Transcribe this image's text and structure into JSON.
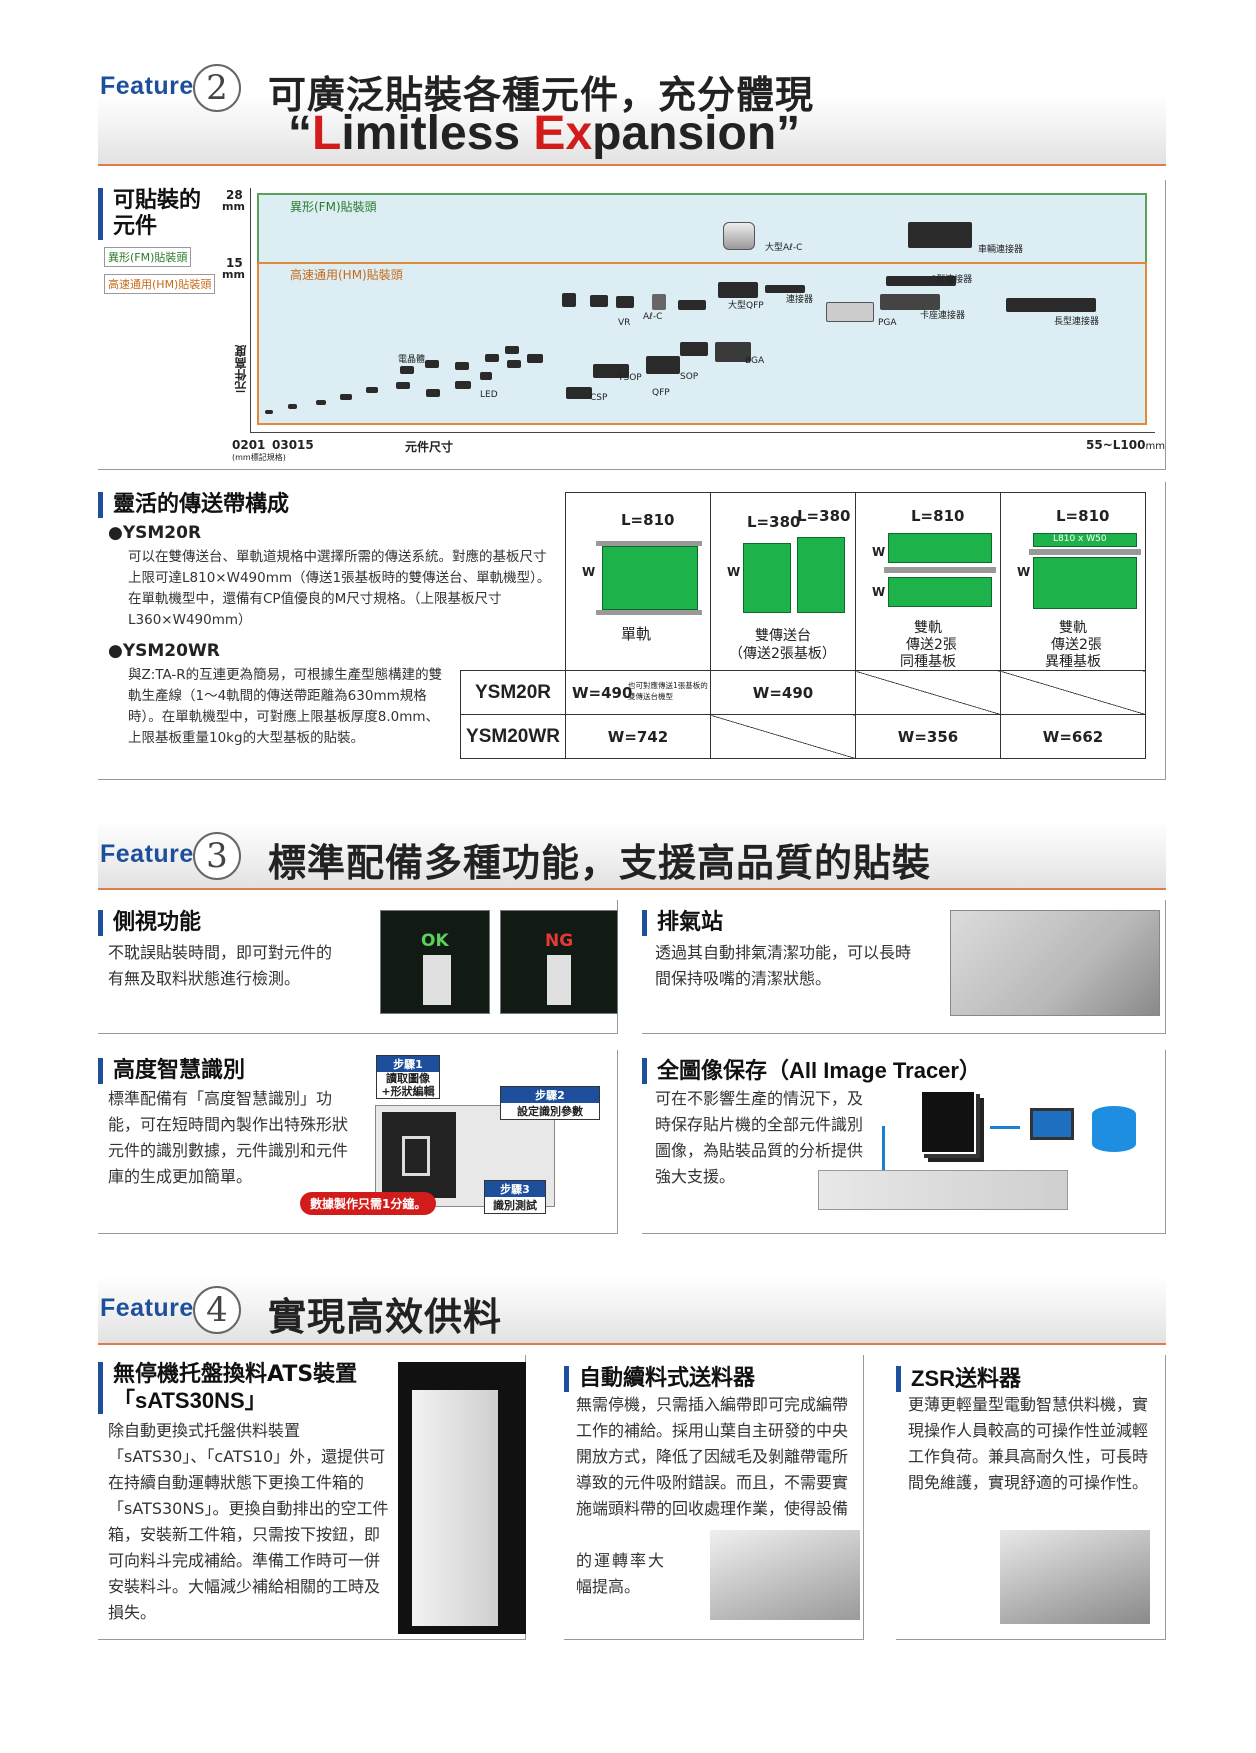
{
  "feature2": {
    "word": "Feature",
    "num": "2",
    "title": "可廣泛貼裝各種元件，充分體現",
    "tag_open": "“",
    "tag_l": "L",
    "tag_imitless": "imitless ",
    "tag_ex": "Ex",
    "tag_pansion": "pansion",
    "tag_close": "”"
  },
  "chart": {
    "heading_1": "可貼裝的",
    "heading_2": "元件",
    "legend_fm": "異形(FM)貼裝頭",
    "legend_hm": "高速通用(HM)貼裝頭",
    "y28": "28",
    "y15": "15",
    "ymm1": "mm",
    "ymm2": "mm",
    "y_axis": "元件高度",
    "fm_label": "異形(FM)貼裝頭",
    "hm_label": "高速通用(HM)貼裝頭",
    "x0201": "0201",
    "x03015": "03015",
    "x_note": "(mm標記規格)",
    "x_title": "元件尺寸",
    "x_end": "55~L100",
    "x_end_unit": "mm",
    "labels": {
      "large_alc": "大型Aℓ-C",
      "car_conn": "車輛連接器",
      "c_conn": "C型連接器",
      "large_qfp": "大型QFP",
      "conn": "連接器",
      "card_conn": "卡座連接器",
      "long_conn": "長型連接器",
      "alc": "Aℓ-C",
      "vr": "VR",
      "pga": "PGA",
      "transistor": "電晶體",
      "bga": "BGA",
      "led": "LED",
      "tsop": "TSOP",
      "sop": "SOP",
      "qfp": "QFP",
      "csp": "CSP"
    }
  },
  "conveyor": {
    "heading": "靈活的傳送帶構成",
    "m1": "●YSM20R",
    "m1_text": "可以在雙傳送台、單軌道規格中選擇所需的傳送系統。對應的基板尺寸上限可達L810×W490mm（傳送1張基板時的雙傳送台、單軌機型）。在單軌機型中，還備有CP值優良的M尺寸規格。（上限基板尺寸L360×W490mm）",
    "m2": "●YSM20WR",
    "m2_text": "與Z:TA-R的互連更為簡易，可根據生產型態構建的雙軌生產線（1～4軌間的傳送帶距離為630mm規格時）。在單軌機型中，可對應上限基板厚度8.0mm、上限基板重量10kg的大型基板的貼裝。",
    "col1_len": "L=810",
    "col2_len_a": "L=380",
    "col2_len_b": "L=380",
    "col3_len": "L=810",
    "col4_len": "L=810",
    "col4_inner": "L810 x W50",
    "w": "W",
    "col1_name": "單軌",
    "col2_name_1": "雙傳送台",
    "col2_name_2": "（傳送2張基板）",
    "col3_name_1": "雙軌",
    "col3_name_2": "傳送2張",
    "col3_name_3": "同種基板",
    "col4_name_1": "雙軌",
    "col4_name_2": "傳送2張",
    "col4_name_3": "異種基板",
    "row1_model": "YSM20R",
    "row1_c1": "W=490",
    "row1_c1_note": "也可對應傳送1張基板的雙傳送台機型",
    "row1_c2": "W=490",
    "row2_model": "YSM20WR",
    "row2_c1": "W=742",
    "row2_c3": "W=356",
    "row2_c4": "W=662"
  },
  "feature3": {
    "word": "Feature",
    "num": "3",
    "title": "標準配備多種功能，支援高品質的貼裝",
    "side_head": "側視功能",
    "side_text_1": "不耽誤貼裝時間，即可對元件的",
    "side_text_2": "有無及取料狀態進行檢測。",
    "ok": "OK",
    "ng": "NG",
    "purge_head": "排氣站",
    "purge_text_1": "透過其自動排氣清潔功能，可以長時",
    "purge_text_2": "間保持吸嘴的清潔狀態。",
    "smart_head": "高度智慧識別",
    "smart_text": "標準配備有「高度智慧識別」功能，可在短時間內製作出特殊形狀元件的識別數據，元件識別和元件庫的生成更加簡單。",
    "step1_h": "步驟1",
    "step1_b": "讀取圖像+形狀編輯",
    "step2_h": "步驟2",
    "step2_b": "設定識別參數",
    "step3_h": "步驟3",
    "step3_b": "識別測試",
    "step_badge": "數據製作只需1分鐘。",
    "tracer_head": "全圖像保存（All Image Tracer）",
    "tracer_text": "可在不影響生產的情況下，及時保存貼片機的全部元件識別圖像，為貼裝品質的分析提供強大支援。"
  },
  "feature4": {
    "word": "Feature",
    "num": "4",
    "title": "實現高效供料",
    "ats_head_1": "無停機托盤換料ATS裝置",
    "ats_head_2": "「sATS30NS」",
    "ats_text": "除自動更換式托盤供料裝置「sATS30」、「cATS10」外，還提供可在持續自動運轉狀態下更換工件箱的「sATS30NS」。更換自動排出的空工件箱，安裝新工件箱，只需按下按鈕，即可向料斗完成補給。準備工作時可一併安裝料斗。大幅減少補給相關的工時及損失。",
    "auto_head": "自動續料式送料器",
    "auto_text_a": "無需停機，只需插入編帶即可完成編帶工作的補給。採用山葉自主研發的中央開放方式，降低了因絨毛及剝離帶電所導致的元件吸附錯誤。而且，不需要實施端頭料帶的回收處理作業，使得設備",
    "auto_text_b1": "的運轉率大",
    "auto_text_b2": "幅提高。",
    "zsr_head": "ZSR送料器",
    "zsr_text": "更薄更輕量型電動智慧供料機，實現操作人員較高的可操作性並減輕工作負荷。兼具高耐久性，可長時間免維護，實現舒適的可操作性。"
  },
  "colors": {
    "accent_blue": "#1d4f9c",
    "accent_red": "#d21b1b",
    "banner_line": "#e07a4f",
    "green": "#1eb34a",
    "fm_green": "#5ca05c",
    "hm_orange": "#e08a3a"
  }
}
